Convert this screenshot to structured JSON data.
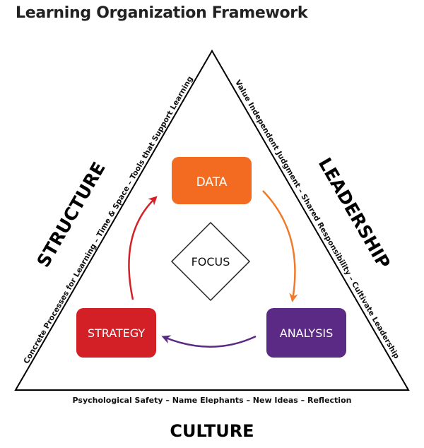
{
  "title": "Learning Organization Framework",
  "sides": {
    "structure": {
      "label": "STRUCTURE",
      "text": "Concrete Processes for Learning – Time & Space – Tools that Support Learning"
    },
    "leadership": {
      "label": "LEADERSHIP",
      "text": "Value Independent Judgment – Shared Responsibility – Cultivate Leadership"
    },
    "culture": {
      "label": "CULTURE",
      "text": "Psychological Safety – Name Elephants – New Ideas – Reflection"
    }
  },
  "cycle": {
    "data": {
      "label": "DATA",
      "color": "#F26B21"
    },
    "analysis": {
      "label": "ANALYSIS",
      "color": "#5A2A84"
    },
    "strategy": {
      "label": "STRATEGY",
      "color": "#D32027"
    },
    "center": {
      "label": "FOCUS"
    }
  },
  "arrow_colors": {
    "data_to_analysis": "#F07A2A",
    "analysis_to_strategy": "#5A2A84",
    "strategy_to_data": "#D32027"
  }
}
